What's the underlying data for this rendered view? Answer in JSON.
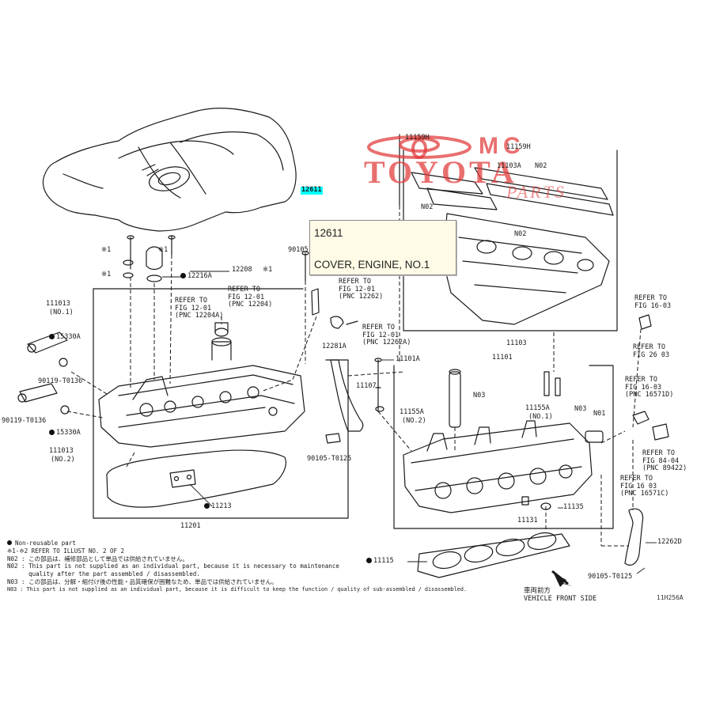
{
  "popup": {
    "part_number": "12611",
    "part_name": "COVER, ENGINE, NO.1"
  },
  "watermark": {
    "line1": "MC",
    "line2": "TOYOTA",
    "line3": "PARTS"
  },
  "callouts": {
    "c12611": "12611",
    "c11159H_a": "11159H",
    "c11159H_b": "11159H",
    "c11103A": "11103A",
    "c11103A_n02": "N02",
    "c11103_n02": "N02",
    "c11103_n02b": "N02",
    "c12208": "12208",
    "c12216A": "12216A",
    "c90105": "90105",
    "c11103": "11103",
    "c11101": "11101",
    "c11101A": "11101A",
    "c11107": "11107",
    "c12281A": "12281A",
    "c11155A_left": "11155A",
    "c11155A_left_sub": "(NO.2)",
    "c11155A_right": "11155A",
    "c11155A_right_sub": "(NO.1)",
    "c_n03_a": "N03",
    "c_n03_b": "N03",
    "c_n01": "N01",
    "c11135": "11135",
    "c11131": "11131",
    "c11115": "11115",
    "c12262D": "12262D",
    "c90105_t0125_a": "90105-T0125",
    "c90105_t0125_b": "90105-T0125",
    "c90119_t0136_a": "90119-T0136",
    "c90119_t0136_b": "90119-T0136",
    "c15330A_a": "15330A",
    "c15330A_b": "15330A",
    "c11101J_a": "111013",
    "c11101J_a_sub": "(NO.1)",
    "c11101J_b": "111013",
    "c11101J_b_sub": "(NO.2)",
    "c11213": "11213",
    "c11201": "11201",
    "mark_1": "※1",
    "mark_2": "※1",
    "mark_3": "※1",
    "mark_4": "※1"
  },
  "references": [
    {
      "id": "ref_a",
      "lines": [
        "REFER TO",
        "FIG 12-01",
        "(PNC 12204A)"
      ]
    },
    {
      "id": "ref_b",
      "lines": [
        "REFER TO",
        "FIG 12-01",
        "(PNC 12204)"
      ]
    },
    {
      "id": "ref_c",
      "lines": [
        "REFER TO",
        "FIG 12-01",
        "(PNC 12262)"
      ]
    },
    {
      "id": "ref_d",
      "lines": [
        "REFER TO",
        "FIG 12-01",
        "(PNC 12262A)"
      ]
    },
    {
      "id": "ref_e",
      "lines": [
        "REFER TO",
        "FIG 16-03"
      ]
    },
    {
      "id": "ref_f",
      "lines": [
        "REFER TO",
        "FIG 26 03"
      ]
    },
    {
      "id": "ref_g",
      "lines": [
        "REFER TO",
        "FIG 16-03",
        "(PNC 16571D)"
      ]
    },
    {
      "id": "ref_h",
      "lines": [
        "REFER TO",
        "FIG 84-04",
        "(PNC 89422)"
      ]
    },
    {
      "id": "ref_i",
      "lines": [
        "REFER TO",
        "FIG 16 03",
        "(PNC 16571C)"
      ]
    }
  ],
  "notes": {
    "legend": "Non-reusable part",
    "line1": "※1-※2  REFER TO ILLUST NO. 2 OF 2",
    "line2": "N02 : この部品は、補修部品として単品では供給されていません。",
    "line3": "N02 : This part is not supplied as an individual part, because it is necessary to maintenance",
    "line3b": "      quality after the part assembled / disassembled.",
    "line4": "N03 : この部品は、分解・組付け後の性能・品質確保が困難なため、単品では供給されていません。",
    "line5": "N03 : This part is not supplied as an individual part, because it is difficult to keep the function / quality of sub-assembled / disassembled."
  },
  "vehicle_front": {
    "jp": "車両前方",
    "en": "VEHICLE FRONT SIDE"
  },
  "illustration_code": "11H256A"
}
